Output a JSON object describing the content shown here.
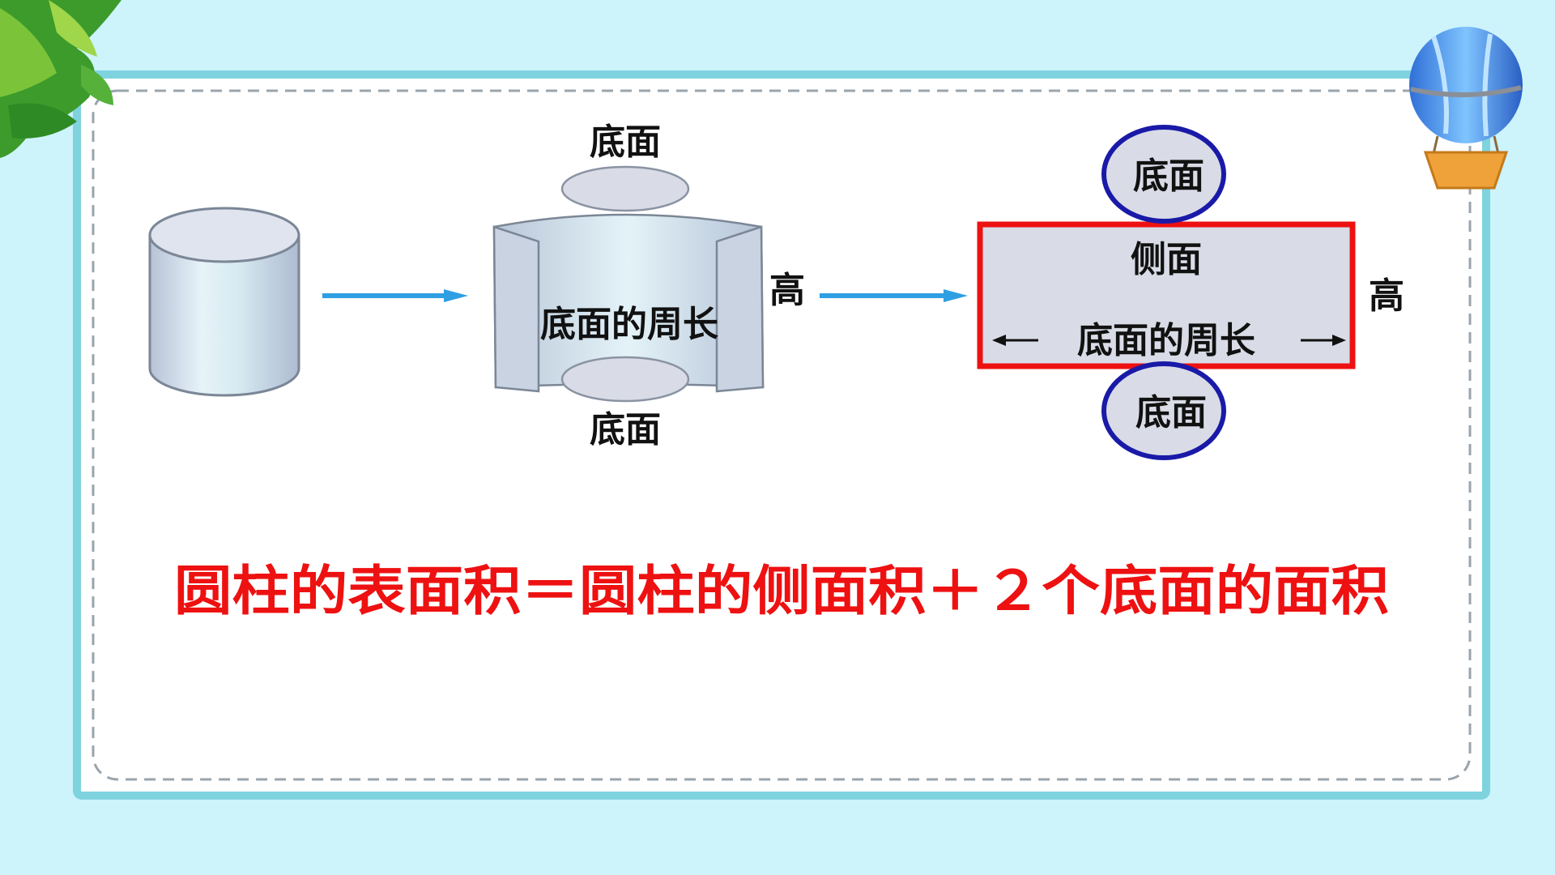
{
  "colors": {
    "background": "#cdf3fb",
    "frame_border": "#7fd3df",
    "card": "#ffffff",
    "arrow": "#2f9fe3",
    "rect_border": "#ee1111",
    "circle_border": "#1a1aa8",
    "formula": "#ee1111",
    "shape_fill": "#d9dce6"
  },
  "stage1": {
    "label_top": "底面",
    "label_bottom": "底面",
    "label_circumference": "底面的周长",
    "label_height": "高"
  },
  "stage2": {
    "label_side": "侧面",
    "label_circumference": "底面的周长",
    "label_height": "高",
    "label_top_circle": "底面",
    "label_bottom_circle": "底面"
  },
  "formula": "圆柱的表面积＝圆柱的侧面积＋２个底面的面积",
  "icons": {
    "decoration_top_left": "leaf-cluster-icon",
    "decoration_top_right": "hot-air-balloon-icon"
  }
}
